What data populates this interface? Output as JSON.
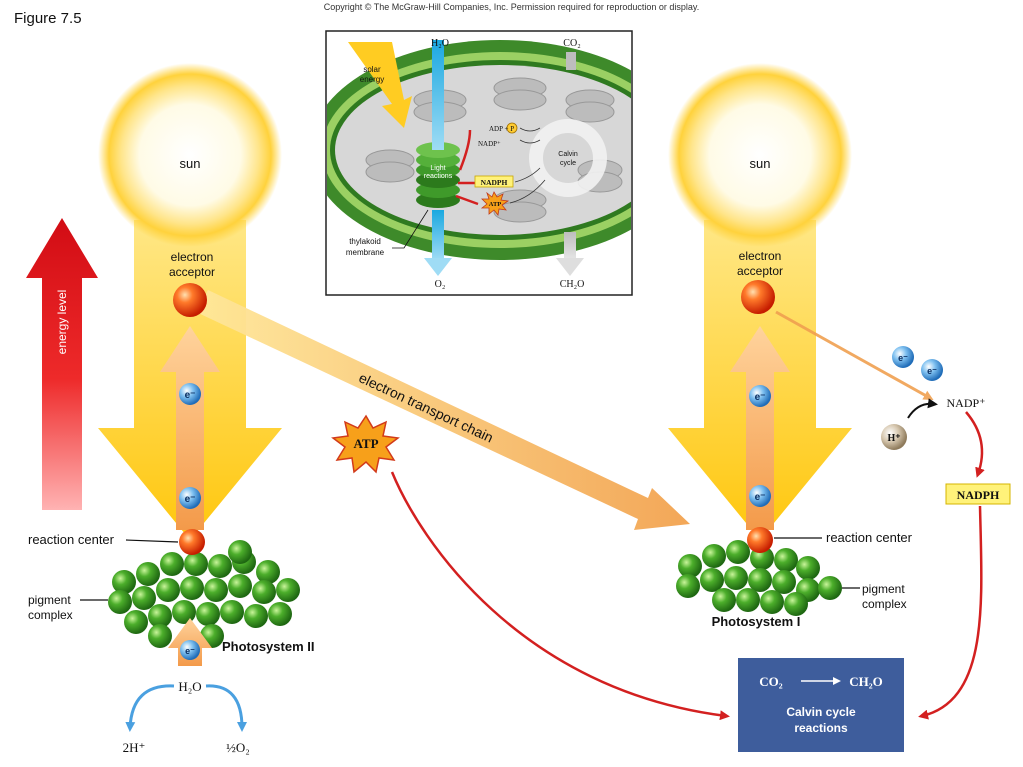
{
  "header": {
    "figure_label": "Figure 7.5",
    "copyright": "Copyright © The McGraw-Hill Companies, Inc. Permission required for reproduction or display."
  },
  "inset": {
    "h2o_top": "H₂O",
    "co2_top": "CO₂",
    "solar_energy": "solar energy",
    "adp_p": "ADP + P",
    "nadp_plus": "NADP⁺",
    "light_reactions": "Light reactions",
    "nadph": "NADPH",
    "atp": "ATP",
    "calvin_cycle": "Calvin cycle",
    "thylakoid_membrane": "thylakoid membrane",
    "o2_bottom": "O₂",
    "ch2o_bottom": "CH₂O"
  },
  "left": {
    "sun": "sun",
    "electron_acceptor": "electron acceptor",
    "energy_level": "energy level",
    "electron": "e⁻",
    "reaction_center": "reaction center",
    "pigment_complex": "pigment complex",
    "photosystem": "Photosystem II",
    "water": "H₂O",
    "two_h": "2H⁺",
    "half_o2": "½O₂"
  },
  "middle": {
    "electron_transport_chain": "electron transport chain",
    "atp": "ATP"
  },
  "right": {
    "sun": "sun",
    "electron_acceptor": "electron acceptor",
    "electron": "e⁻",
    "reaction_center": "reaction center",
    "pigment_complex": "pigment complex",
    "photosystem": "Photosystem I",
    "h_plus": "H⁺",
    "nadp_plus": "NADP⁺",
    "nadph": "NADPH"
  },
  "calvin_box": {
    "co2": "CO₂",
    "ch2o": "CH₂O",
    "label": "Calvin cycle reactions"
  },
  "colors": {
    "sun_yellow": "#ffd84a",
    "energy_red": "#d9141c",
    "pigment_green": "#3b9a2a",
    "electron_blue": "#3a8fd6",
    "calvin_box": "#3e5d9c",
    "pathway_red": "#d32020",
    "nadph_box": "#fff27a"
  }
}
